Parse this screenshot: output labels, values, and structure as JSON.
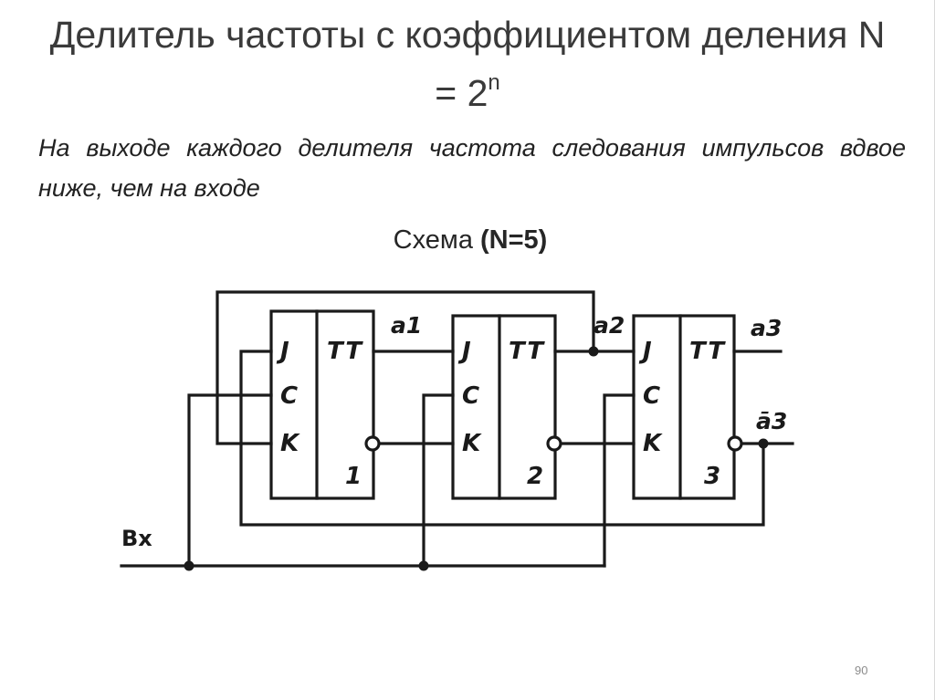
{
  "slide": {
    "title_main": "Делитель частоты с коэффициентом деления N = 2",
    "title_exponent": "n",
    "subtitle": "На выходе каждого делителя частота следования импульсов вдвое ниже, чем на входе",
    "scheme_label_prefix": "Схема",
    "scheme_label_value": "(N=5)",
    "page_number": "90"
  },
  "diagram": {
    "input_label": "Вх",
    "flip_flops": [
      {
        "type_label": "TT",
        "pins": [
          "J",
          "C",
          "K"
        ],
        "number": "1",
        "output_label": "a1"
      },
      {
        "type_label": "TT",
        "pins": [
          "J",
          "C",
          "K"
        ],
        "number": "2",
        "output_label": "a2"
      },
      {
        "type_label": "TT",
        "pins": [
          "J",
          "C",
          "K"
        ],
        "number": "3",
        "output_label": "a3",
        "inverted_output_label": "ā3"
      }
    ]
  },
  "colors": {
    "line": "#1a1a1a",
    "title_text": "#3a3a3a",
    "page_number": "#8c8c8c"
  }
}
